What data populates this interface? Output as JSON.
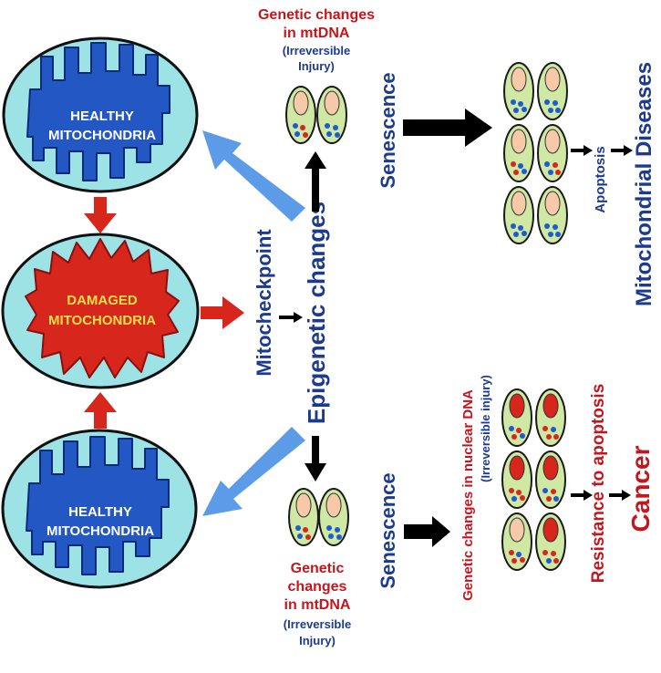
{
  "mitochondria": {
    "top_label": [
      "HEALTHY",
      "MITOCHONDRIA"
    ],
    "middle_label": [
      "DAMAGED",
      "MITOCHONDRIA"
    ],
    "bottom_label": [
      "HEALTHY",
      "MITOCHONDRIA"
    ]
  },
  "center": {
    "mitocheckpoint": "Mitocheckpoint",
    "epigenetic": "Epigenetic changes"
  },
  "top_branch": {
    "genetic_title": [
      "Genetic changes",
      "in mtDNA"
    ],
    "genetic_sub": [
      "(Irreversible",
      "Injury)"
    ],
    "senescence": "Senescence",
    "apoptosis": "Apoptosis",
    "outcome": "Mitochondrial Diseases"
  },
  "bottom_branch": {
    "genetic_title": [
      "Genetic",
      "changes",
      "in mtDNA"
    ],
    "genetic_sub": [
      "(Irreversible",
      "Injury)"
    ],
    "senescence": "Senescence",
    "nuclear_title": "Genetic changes in nuclear DNA",
    "nuclear_sub": "(Irreversible injury)",
    "resistance": "Resistance to apoptosis",
    "outcome": "Cancer"
  },
  "colors": {
    "navy": "#1c3a8f",
    "red": "#c4161c",
    "teal": "#9de3e6",
    "blue": "#2357c4",
    "damaged": "#d7261c",
    "yellow": "#f5e04a",
    "cell": "#cfe8a4",
    "nucleus": "#f6c9a8",
    "arrow_blue": "#5b9be8"
  }
}
